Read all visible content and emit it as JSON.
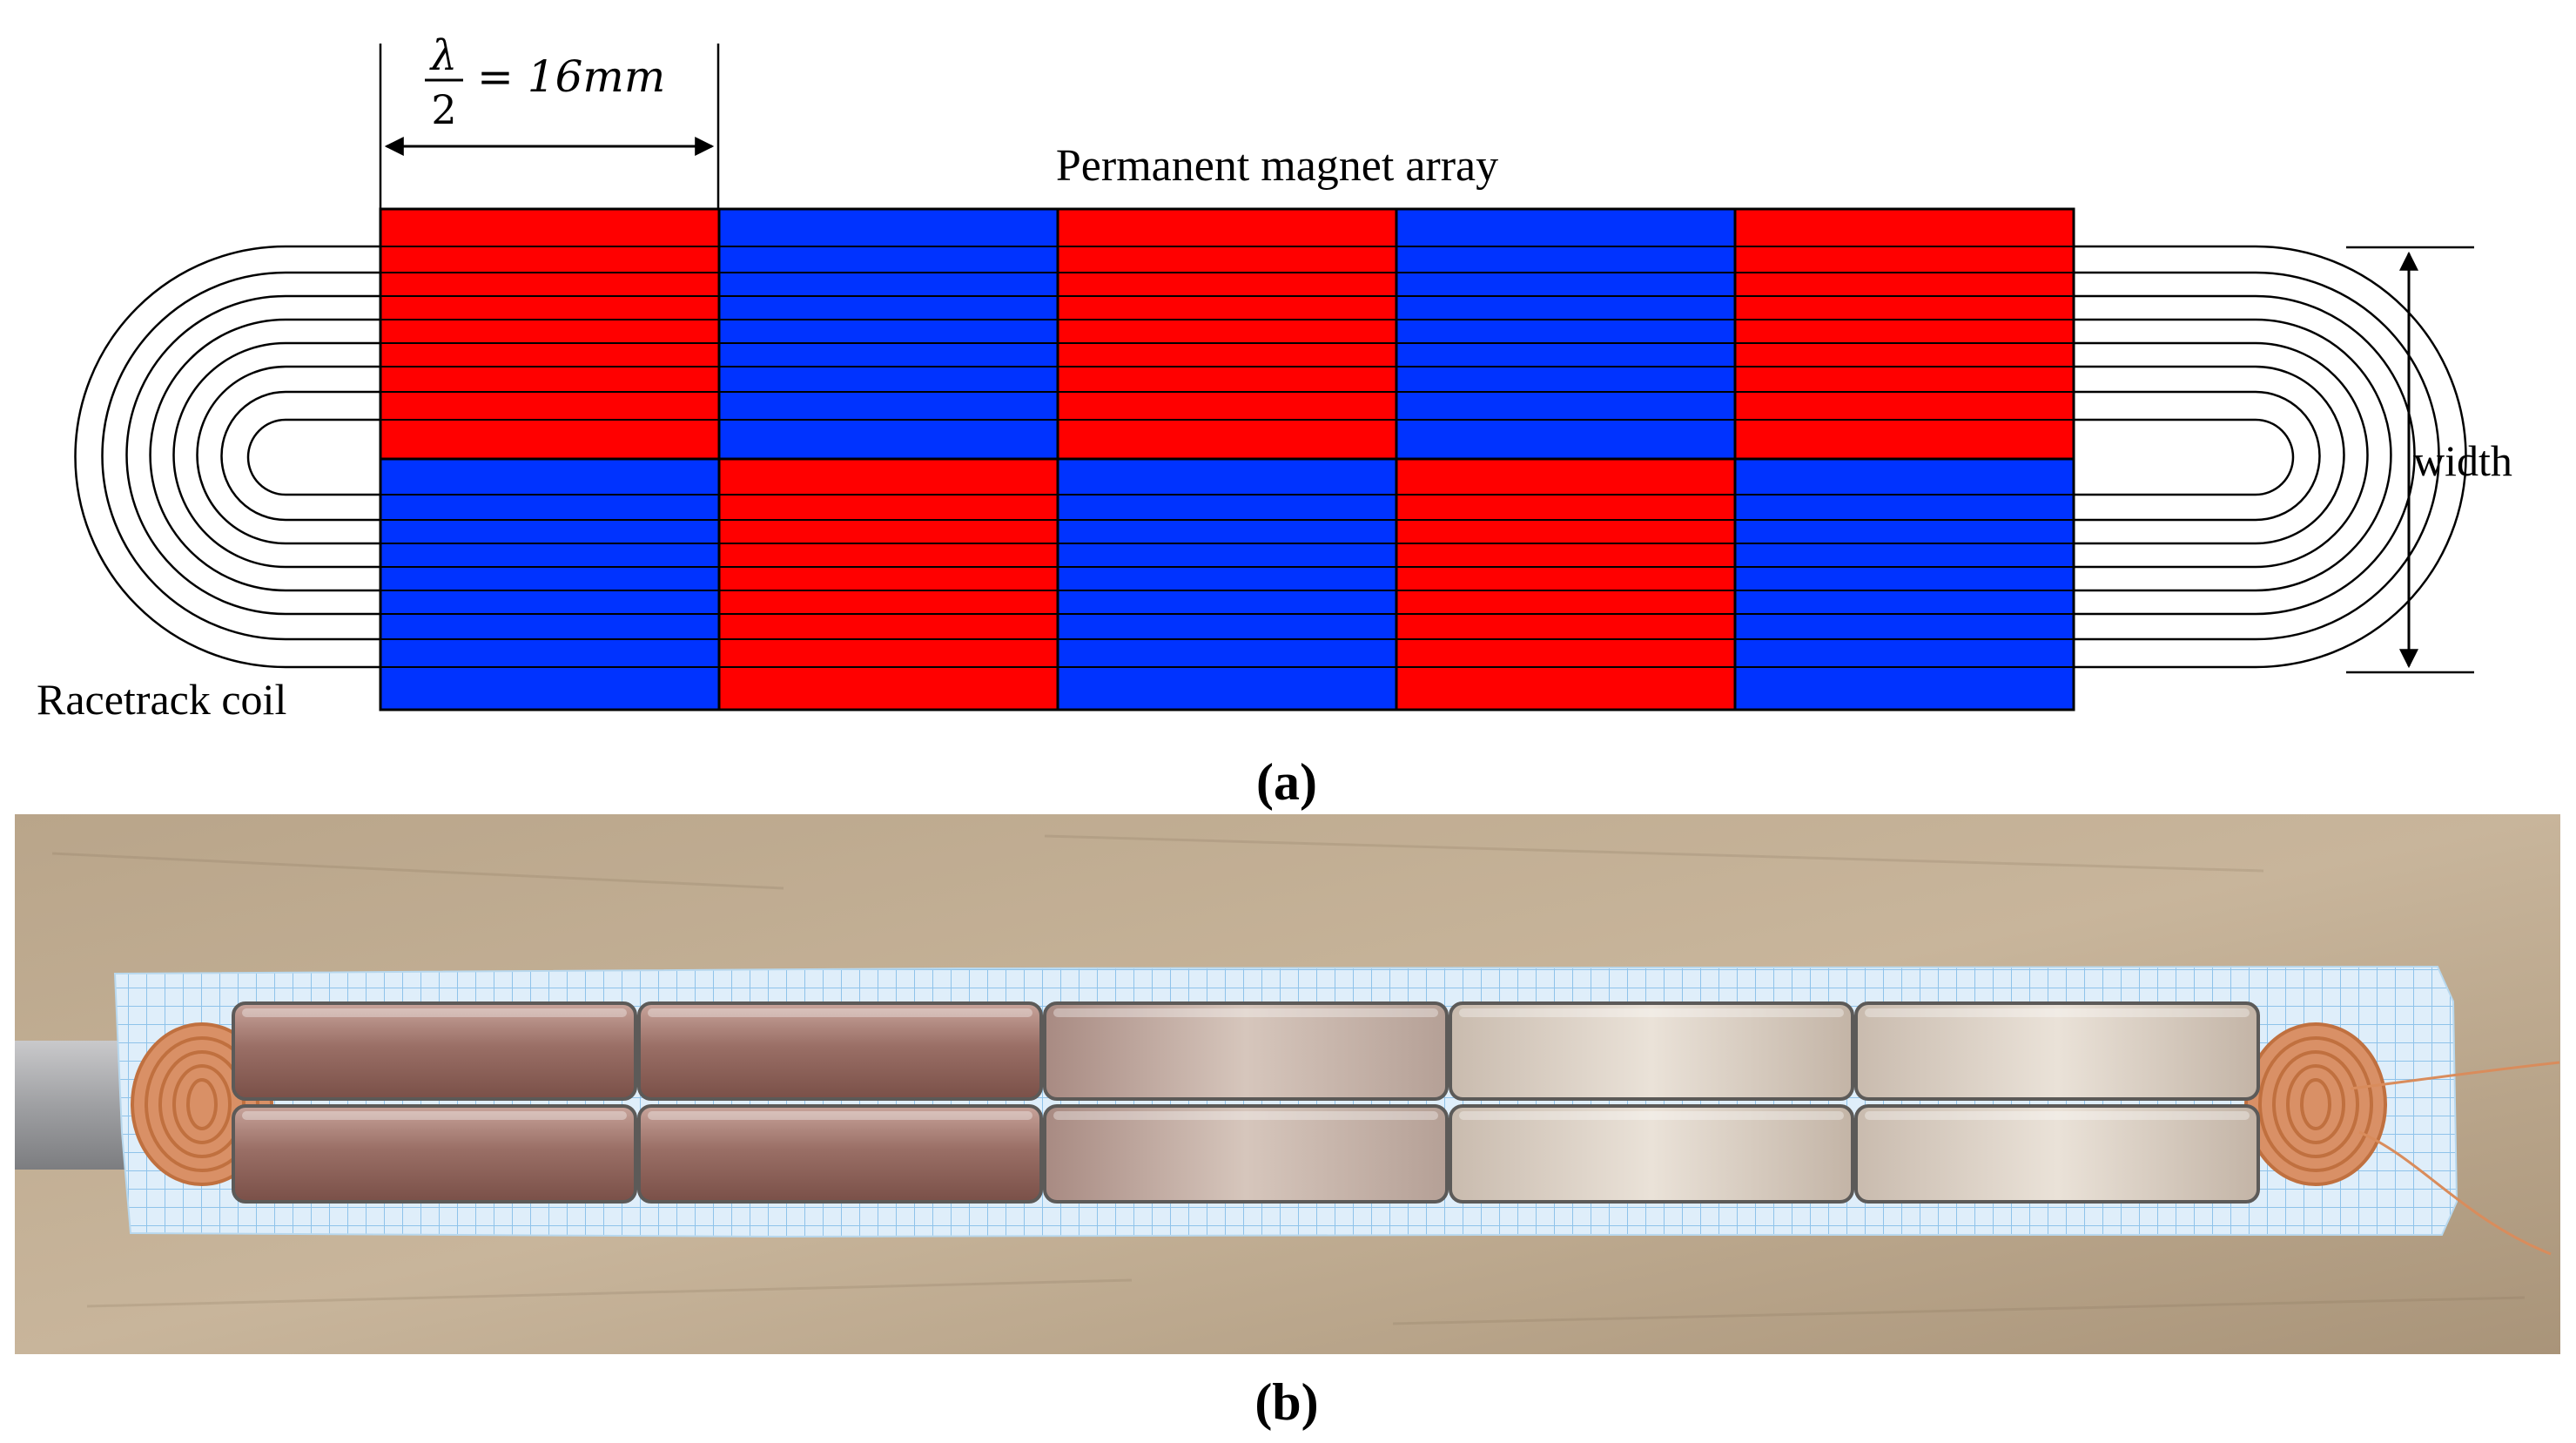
{
  "panel_a": {
    "wavelength_label": {
      "numerator": "λ",
      "denominator": "2",
      "rhs": "= 16mm"
    },
    "array_label": "Permanent magnet array",
    "coil_label": "Racetrack coil",
    "width_label": "width",
    "caption": "(a)",
    "magnet_grid": {
      "top_row": [
        "red",
        "blue",
        "red",
        "blue",
        "red"
      ],
      "bottom_row": [
        "blue",
        "red",
        "blue",
        "red",
        "blue"
      ],
      "colors": {
        "red": "#ff0000",
        "blue": "#0033ff",
        "outline": "#000000"
      }
    }
  },
  "panel_b": {
    "caption": "(b)"
  }
}
